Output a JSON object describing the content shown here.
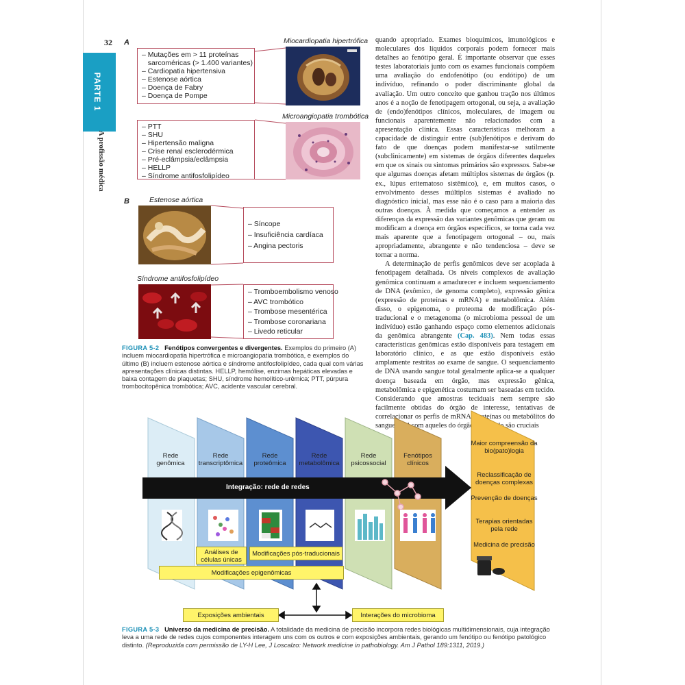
{
  "page": {
    "number": "32",
    "part_label": "PARTE 1",
    "section_title": "A profissão médica"
  },
  "figure_5_2": {
    "panel_a": "A",
    "panel_b": "B",
    "img1_caption": "Miocardiopatia hipertrófica",
    "img2_caption": "Microangiopatia trombótica",
    "img3_caption": "Estenose aórtica",
    "img4_caption": "Síndrome antifosfolipídeo",
    "box1": [
      "– Mutações em > 11 proteínas",
      "   sarcoméricas (> 1.400 variantes)",
      "– Cardiopatia hipertensiva",
      "– Estenose aórtica",
      "– Doença de Fabry",
      "– Doença de Pompe"
    ],
    "box2": [
      "– PTT",
      "– SHU",
      "– Hipertensão maligna",
      "– Crise renal esclerodérmica",
      "– Pré-eclâmpsia/eclâmpsia",
      "– HELLP",
      "– Síndrome antifosfolipídeo"
    ],
    "box3": [
      "– Síncope",
      "– Insuficiência cardíaca",
      "– Angina pectoris"
    ],
    "box4": [
      "– Tromboembolismo venoso",
      "– AVC trombótico",
      "– Trombose mesentérica",
      "– Trombose coronariana",
      "– Livedo reticular"
    ],
    "caption_label": "FIGURA 5-2",
    "caption_title": "Fenótipos convergentes e divergentes.",
    "caption_text": "Exemplos do primeiro (A) incluem miocardiopatia hipertrófica e microangiopatia trombótica, e exemplos do último (B) incluem estenose aórtica e síndrome antifosfolipídeo, cada qual com várias apresentações clínicas distintas. HELLP, hemólise, enzimas hepáticas elevadas e baixa contagem de plaquetas; SHU, síndrome hemolítico-urêmica; PTT, púrpura trombocitopênica trombótica; AVC, acidente vascular cerebral."
  },
  "body": {
    "para1": "quando apropriado. Exames bioquímicos, imunológicos e moleculares dos líquidos corporais podem fornecer mais detalhes ao fenótipo geral. É importante observar que esses testes laboratoriais junto com os exames funcionais compõem uma avaliação do endofenótipo (ou endótipo) de um indivíduo, refinando o poder discriminante global da avaliação. Um outro conceito que ganhou tração nos últimos anos é a noção de fenotipagem ortogonal, ou seja, a avaliação de (endo)fenótipos clínicos, moleculares, de imagem ou funcionais aparentemente não relacionados com a apresentação clínica. Essas características melhoram a capacidade de distinguir entre (sub)fenótipos e derivam do fato de que doenças podem manifestar-se sutilmente (subclinicamente) em sistemas de órgãos diferentes daqueles em que os sinais ou sintomas primários são expressos. Sabe-se que algumas doenças afetam múltiplos sistemas de órgãos (p. ex., lúpus eritematoso sistêmico), e, em muitos casos, o envolvimento desses múltiplos sistemas é avaliado no diagnóstico inicial, mas esse não é o caso para a maioria das outras doenças. À medida que começamos a entender as diferenças da expressão das variantes genômicas que geram ou modificam a doença em órgãos específicos, se torna cada vez mais aparente que a fenotipagem ortogonal – ou, mais apropriadamente, abrangente e não tendenciosa – deve se tornar a norma.",
    "para2_a": "A determinação de perfis genômicos deve ser acoplada à fenotipagem detalhada. Os níveis complexos de avaliação genômica continuam a amadurecer e incluem sequenciamento de DNA (exômico, de genoma completo), expressão gênica (expressão de proteínas e mRNA) e metabolômica. Além disso, o epigenoma, o proteoma de modificação pós-traducional e o metagenoma (o microbioma pessoal de um indivíduo) estão ganhando espaço como elementos adicionais da genômica abrangente",
    "ref": "(Cap. 483)",
    "para2_b": ". Nem todas essas características genômicas estão disponíveis para testagem em laboratório clínico, e as que estão disponíveis estão amplamente restritas ao exame de sangue. O sequenciamento de DNA usando sangue total geralmente aplica-se a qualquer doença baseada em órgão, mas expressão gênica, metabolômica e epigenética costumam ser baseadas em tecido. Considerando que amostras teciduais nem sempre são facilmente obtidas do órgão de interesse, tentativas de correlacionar os perfis de mRNA, proteínas ou metabólitos do sangue total com aqueles do órgão envolvido são cruciais"
  },
  "figure_5_3": {
    "panels": [
      "Rede genômica",
      "Rede transcriptômica",
      "Rede proteômica",
      "Rede metabolômica",
      "Rede psicossocial",
      "Fenótipos clínicos"
    ],
    "panel_colors": [
      "#dcedf6",
      "#a7c8e8",
      "#5d8fd0",
      "#3d56b0",
      "#cfe0b4",
      "#d9ae5d"
    ],
    "arrow_label": "Integração: rede de redes",
    "boxes": {
      "single_cell": "Análises de células únicas",
      "post_translational": "Modificações pós-traducionais",
      "epigenomic": "Modificações epigenômicas",
      "environmental": "Exposições ambientais",
      "microbiome": "Interações do microbioma"
    },
    "outcomes": [
      "Maior compreensão da bio(pato)logia",
      "Reclassificação de doenças complexas",
      "Prevenção de doenças",
      "Terapias orientadas pela rede",
      "Medicina de precisão"
    ],
    "caption_label": "FIGURA 5-3",
    "caption_title": "Universo da medicina de precisão.",
    "caption_text": "A totalidade da medicina de precisão incorpora redes biológicas multidimensionais, cuja integração leva a uma rede de redes cujos componentes interagem uns com os outros e com exposições ambientais, gerando um fenótipo ou fenótipo patológico distinto.",
    "caption_credit": "(Reproduzida com permissão de LY-H Lee, J Loscalzo: Network medicine in pathobiology. Am J Pathol 189:1311, 2019.)"
  }
}
